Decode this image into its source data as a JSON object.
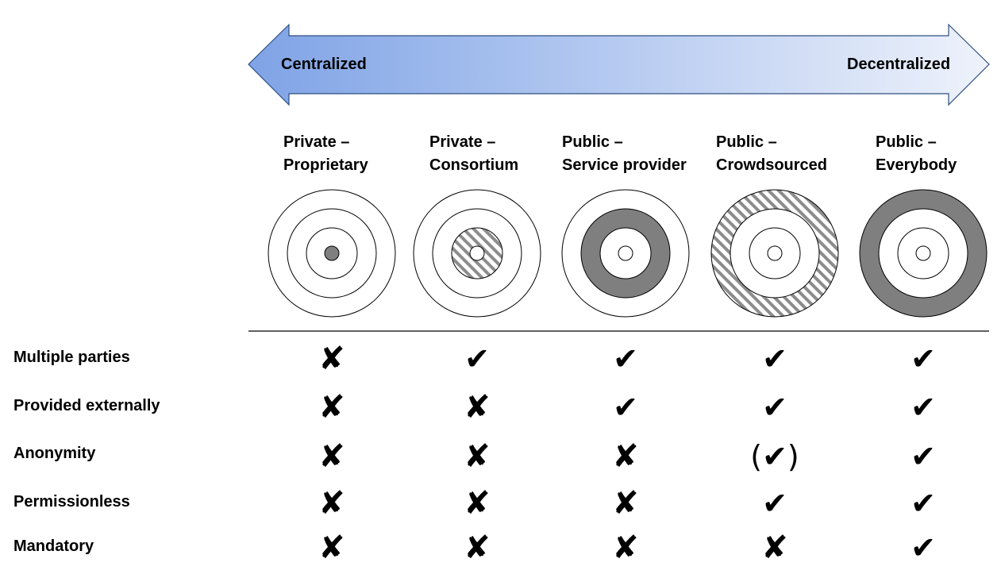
{
  "arrow": {
    "left_label": "Centralized",
    "right_label": "Decentralized",
    "gradient_left": "#7fa3e6",
    "gradient_right": "#eef2fb"
  },
  "columns": [
    {
      "line1": "Private –",
      "line2": "Proprietary",
      "fill": "center"
    },
    {
      "line1": "Private –",
      "line2": "Consortium",
      "fill": "ring1-hatched"
    },
    {
      "line1": "Public –",
      "line2": "Service provider",
      "fill": "ring2-solid"
    },
    {
      "line1": "Public –",
      "line2": "Crowdsourced",
      "fill": "ring3-hatched"
    },
    {
      "line1": "Public –",
      "line2": "Everybody",
      "fill": "ring3-solid"
    }
  ],
  "rows": [
    {
      "label": "Multiple parties",
      "marks": [
        "✘",
        "✔",
        "✔",
        "✔",
        "✔"
      ]
    },
    {
      "label": "Provided externally",
      "marks": [
        "✘",
        "✘",
        "✔",
        "✔",
        "✔"
      ]
    },
    {
      "label": "Anonymity",
      "marks": [
        "✘",
        "✘",
        "✘",
        "(✔)",
        "✔"
      ]
    },
    {
      "label": "Permissionless",
      "marks": [
        "✘",
        "✘",
        "✘",
        "✔",
        "✔"
      ]
    },
    {
      "label": "Mandatory",
      "marks": [
        "✘",
        "✘",
        "✘",
        "✘",
        "✔"
      ]
    }
  ],
  "colors": {
    "solid_fill": "#7f7f7f",
    "hatch": "#8c8c8c",
    "stroke": "#000000"
  }
}
